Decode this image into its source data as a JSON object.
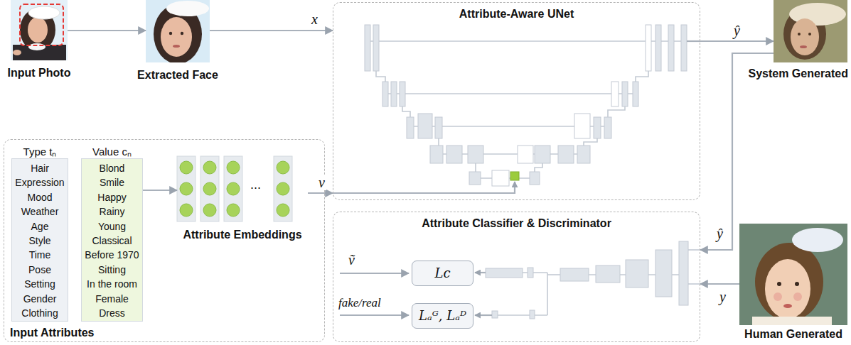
{
  "diagram": {
    "nodes": [
      {
        "text": [
          "Input Photo"
        ]
      },
      {
        "text": [
          "Extracted Face"
        ]
      },
      {
        "text": [
          "Attribute-Aware UNet"
        ]
      },
      {
        "text": [
          "System Generated"
        ]
      },
      {
        "text": [
          "Input Attributes"
        ]
      },
      {
        "text": [
          "Type tₙ",
          "Hair",
          "Expression",
          "Mood",
          "Weather",
          "Age",
          "Style",
          "Time",
          "Pose",
          "Setting",
          "Gender",
          "Clothing"
        ],
        "in": 4
      },
      {
        "text": [
          "Value cₙ",
          "Blond",
          "Smile",
          "Happy",
          "Rainy",
          "Young",
          "Classical",
          "Before 1970",
          "Sitting",
          "In the room",
          "Female",
          "Dress"
        ],
        "in": 4
      },
      {
        "text": [
          "Attribute Embeddings"
        ],
        "in": 4
      },
      {
        "text": [
          "Attribute Classifier & Discriminator"
        ]
      },
      {
        "text": [
          "Lc"
        ],
        "in": 8
      },
      {
        "text": [
          "Lₐᴳ, Lₐᴰ"
        ],
        "in": 8
      },
      {
        "text": [
          "Human Generated"
        ]
      }
    ],
    "edges": [
      {
        "from": 0,
        "to": 1,
        "arrow": "to"
      },
      {
        "from": 1,
        "to": 2,
        "label": "x",
        "arrow": "to"
      },
      {
        "from": 2,
        "to": 3,
        "label": "ŷ",
        "arrow": "to"
      },
      {
        "from": 6,
        "to": 7,
        "arrow": "to"
      },
      {
        "from": 7,
        "to": 2,
        "label": "v",
        "arrow": "to"
      },
      {
        "from": 3,
        "to": 8,
        "label": "ŷ",
        "arrow": "to"
      },
      {
        "from": 11,
        "to": 8,
        "label": "y",
        "arrow": "to"
      }
    ],
    "labels": [
      "...",
      "ṽ",
      "fake/real"
    ]
  }
}
